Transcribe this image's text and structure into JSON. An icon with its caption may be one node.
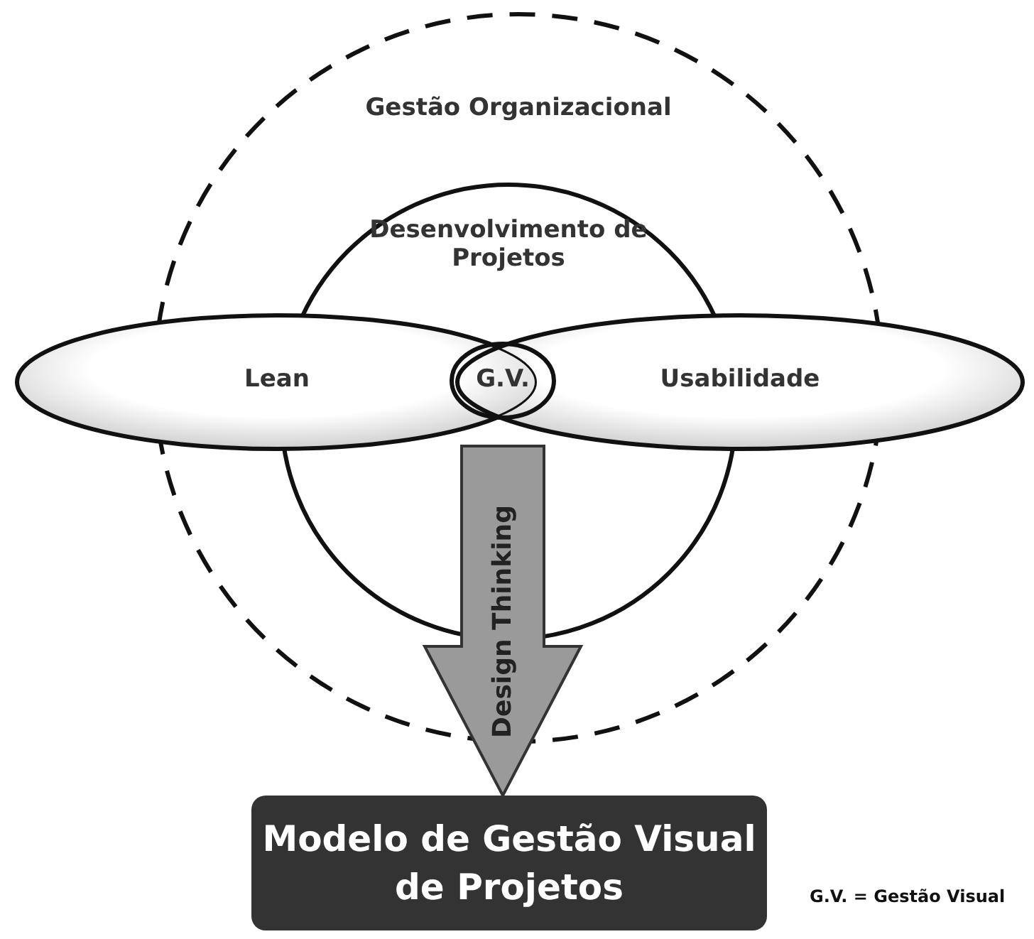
{
  "diagram": {
    "nodes": [
      {
        "text": [
          "Gestão Organizacional"
        ]
      },
      {
        "text": [
          "Desenvolvimento de Projetos"
        ],
        "in": 0
      },
      {
        "text": [
          "Lean"
        ]
      },
      {
        "text": [
          "Usabilidade"
        ]
      },
      {
        "text": [
          "G.V."
        ]
      },
      {
        "text": [
          "Modelo de Gestão Visual de Projetos"
        ]
      }
    ],
    "edges": [
      {
        "from": 4,
        "to": 5,
        "arrow": "to",
        "label": "Design Thinking",
        "style": "thick"
      }
    ],
    "labels": [
      "G.V. = Gestão Visual"
    ]
  }
}
